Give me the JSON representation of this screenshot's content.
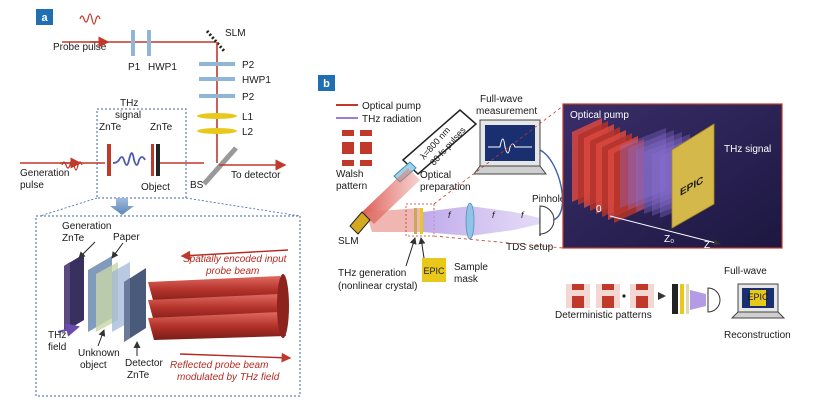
{
  "panel_a": {
    "badge": "a",
    "probe_pulse": "Probe pulse",
    "p1": "P1",
    "hwp1_left": "HWP1",
    "slm": "SLM",
    "p2_top": "P2",
    "hwp1_right": "HWP1",
    "p2_bottom": "P2",
    "l1": "L1",
    "l2": "L2",
    "thz_signal_line1": "THz",
    "thz_signal_line2": "signal",
    "znte_left": "ZnTe",
    "znte_right": "ZnTe",
    "generation_pulse_line1": "Generation",
    "generation_pulse_line2": "pulse",
    "object": "Object",
    "bs": "BS",
    "to_detector": "To detector",
    "inset": {
      "generation_line1": "Generation",
      "generation_line2": "ZnTe",
      "paper": "Paper",
      "spatial_line1": "Spatially encoded input",
      "spatial_line2": "probe beam",
      "thz_field_line1": "THz",
      "thz_field_line2": "field",
      "unknown_line1": "Unknown",
      "unknown_line2": "object",
      "detector_line1": "Detector",
      "detector_line2": "ZnTe",
      "reflected_line1": "Reflected probe beam",
      "reflected_line2": "modulated by THz field"
    }
  },
  "panel_b": {
    "badge": "b",
    "legend_pump": "Optical pump",
    "legend_thz": "THz radiation",
    "pulse_label_line1": "λ=800 nm",
    "pulse_label_line2": "80 fs pulses",
    "walsh_line1": "Walsh",
    "walsh_line2": "pattern",
    "optical_prep_line1": "Optical",
    "optical_prep_line2": "preparation",
    "fullwave_meas_line1": "Full-wave",
    "fullwave_meas_line2": "measurement",
    "pinhole": "Pinhole",
    "slm": "SLM",
    "tds_setup": "TDS setup",
    "f1": "f",
    "f2": "f",
    "f3": "f",
    "thz_gen_line1": "THz generation",
    "thz_gen_line2": "(nonlinear crystal)",
    "sample_line1": "Sample",
    "sample_line2": "mask",
    "sample_icon_text": "EPIC",
    "inset_pump": "Optical pump",
    "inset_thz": "THz signal",
    "inset_zero": "0",
    "inset_z0": "Z₀",
    "inset_z": "Z",
    "inset_mask_text": "EPIC",
    "fullwave": "Full-wave",
    "deterministic": "Deterministic patterns",
    "reconstruction": "Reconstruction",
    "recon_screen_text": "EPIC"
  },
  "colors": {
    "badge_blue": "#1f6fb2",
    "pump_red": "#c0392b",
    "thz_purple": "#9b7fd6",
    "optic_blue": "#8fb6d6",
    "lens_yellow": "#e8c81a",
    "dashed_blue": "#3b63a8"
  }
}
